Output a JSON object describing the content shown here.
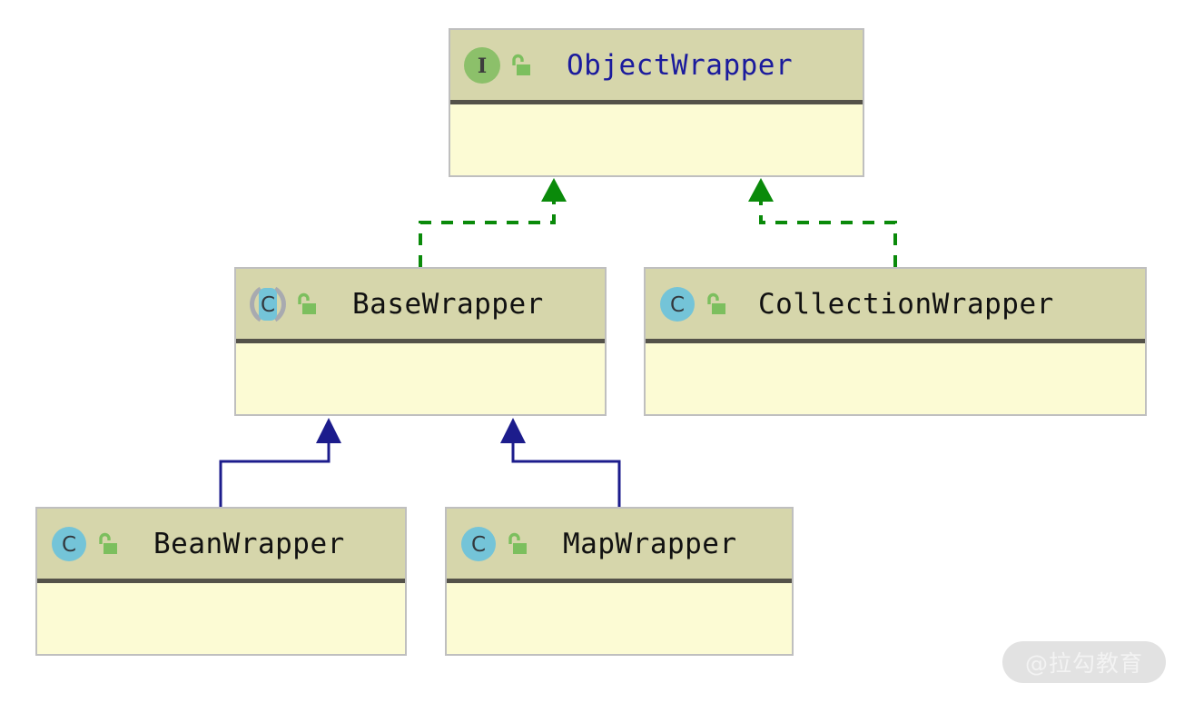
{
  "diagram": {
    "type": "uml-class-diagram",
    "background_color": "#ffffff",
    "palette": {
      "box_header": "#d6d6ab",
      "box_body": "#fcfbd4",
      "box_border": "#bfbfbf",
      "header_divider": "#545249",
      "interface_title": "#1b1b9d",
      "class_title": "#111111",
      "interface_badge": "#8cc06a",
      "class_badge": "#74c4d8",
      "abstract_arc": "#a8aab0",
      "lock_public": "#7cbf5e",
      "realization_line": "#0a8a0a",
      "inheritance_line": "#1c1c8c"
    },
    "nodes": [
      {
        "id": "object-wrapper",
        "name": "ObjectWrapper",
        "kind": "interface",
        "badge_letter": "I",
        "visibility": "public",
        "visibility_icon": "unlocked-padlock-icon",
        "abstract": false,
        "members": []
      },
      {
        "id": "base-wrapper",
        "name": "BaseWrapper",
        "kind": "class",
        "badge_letter": "C",
        "visibility": "public",
        "visibility_icon": "unlocked-padlock-icon",
        "abstract": true,
        "members": []
      },
      {
        "id": "collection-wrapper",
        "name": "CollectionWrapper",
        "kind": "class",
        "badge_letter": "C",
        "visibility": "public",
        "visibility_icon": "unlocked-padlock-icon",
        "abstract": false,
        "members": []
      },
      {
        "id": "bean-wrapper",
        "name": "BeanWrapper",
        "kind": "class",
        "badge_letter": "C",
        "visibility": "public",
        "visibility_icon": "unlocked-padlock-icon",
        "abstract": false,
        "members": []
      },
      {
        "id": "map-wrapper",
        "name": "MapWrapper",
        "kind": "class",
        "badge_letter": "C",
        "visibility": "public",
        "visibility_icon": "unlocked-padlock-icon",
        "abstract": false,
        "members": []
      }
    ],
    "edges": [
      {
        "id": "edge-base-implements-object",
        "from": "base-wrapper",
        "to": "object-wrapper",
        "relation": "realization",
        "style": "dashed",
        "color": "#0a8a0a",
        "arrow": "filled-triangle"
      },
      {
        "id": "edge-collection-implements-object",
        "from": "collection-wrapper",
        "to": "object-wrapper",
        "relation": "realization",
        "style": "dashed",
        "color": "#0a8a0a",
        "arrow": "filled-triangle"
      },
      {
        "id": "edge-bean-extends-base",
        "from": "bean-wrapper",
        "to": "base-wrapper",
        "relation": "generalization",
        "style": "solid",
        "color": "#1c1c8c",
        "arrow": "filled-triangle"
      },
      {
        "id": "edge-map-extends-base",
        "from": "map-wrapper",
        "to": "base-wrapper",
        "relation": "generalization",
        "style": "solid",
        "color": "#1c1c8c",
        "arrow": "filled-triangle"
      }
    ]
  },
  "watermark": {
    "text": "@拉勾教育"
  }
}
